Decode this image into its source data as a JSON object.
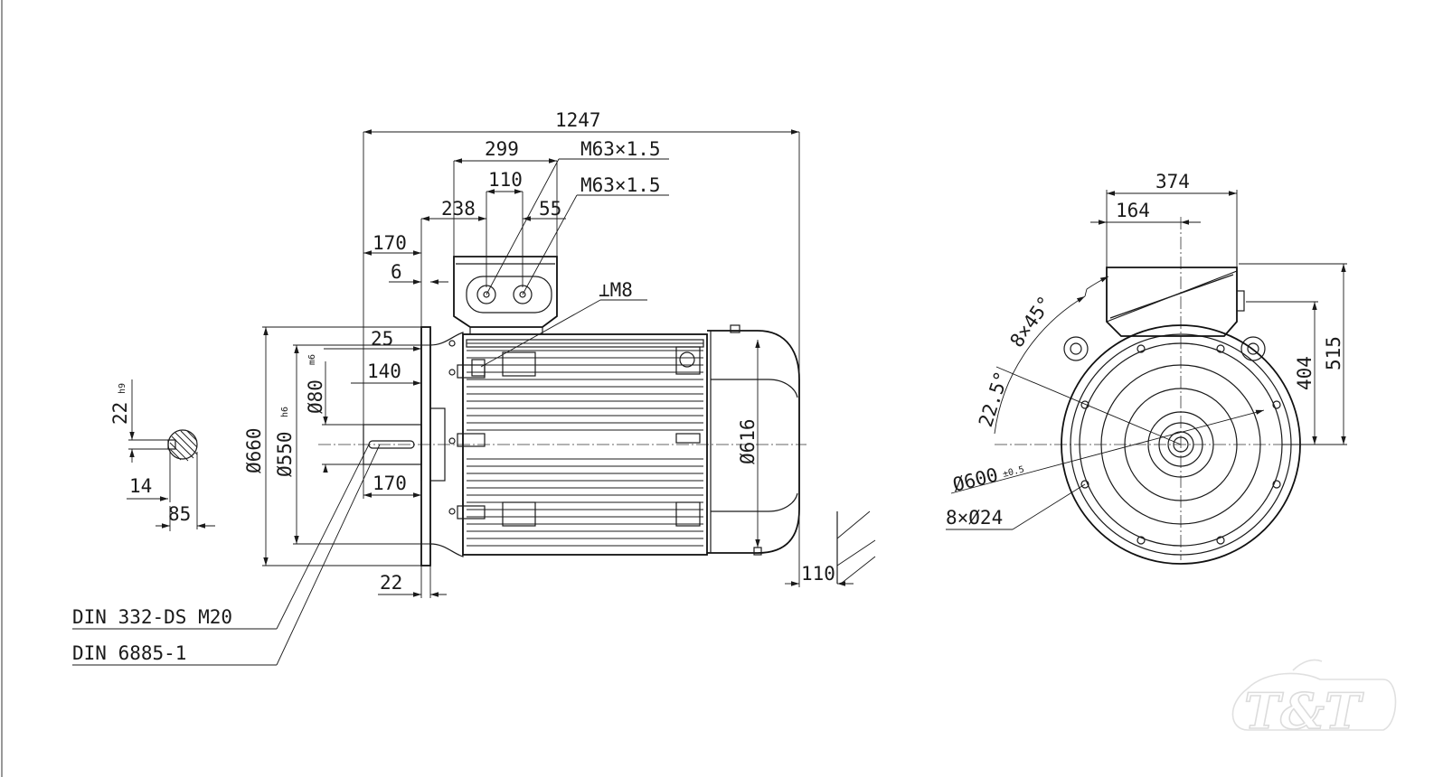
{
  "drawing": {
    "units": "mm",
    "colors": {
      "line": "#1a1a1a",
      "background": "#ffffff",
      "watermark": "#dcdcdc"
    }
  },
  "side_view": {
    "dims": {
      "overall_length": "1247",
      "terminal_box_length": "299",
      "entry_pitch": "110",
      "box_offset": "238",
      "entry_offset": "55",
      "shaft_length": "170",
      "flange_gap": "6",
      "key_offset": "25",
      "key_length": "140",
      "shaft_length_lower": "170",
      "flange_thickness": "22",
      "flange_diameter": "Ø660",
      "spigot_diameter": "Ø550",
      "spigot_tol": "h6",
      "shaft_diameter": "Ø80",
      "shaft_tol": "m6",
      "frame_diameter": "Ø616",
      "foot_height": "110"
    },
    "labels": {
      "cable_entry_1": "M63×1.5",
      "cable_entry_2": "M63×1.5",
      "earth_terminal": "⊥M8",
      "center_hole": "DIN 332-DS M20",
      "key_standard": "DIN 6885-1"
    }
  },
  "shaft_section": {
    "key_width": "22",
    "key_tol": "h9",
    "key_depth": "14",
    "shaft_height": "85"
  },
  "end_view": {
    "dims": {
      "box_width": "374",
      "box_offset": "164",
      "box_height": "404",
      "overall_height": "515",
      "hole_angle": "8×45°",
      "hole_offset_angle": "22.5°",
      "pcd": "Ø600",
      "pcd_tol": "±0.5",
      "holes": "8×Ø24"
    }
  },
  "watermark": {
    "text": "T&T"
  }
}
